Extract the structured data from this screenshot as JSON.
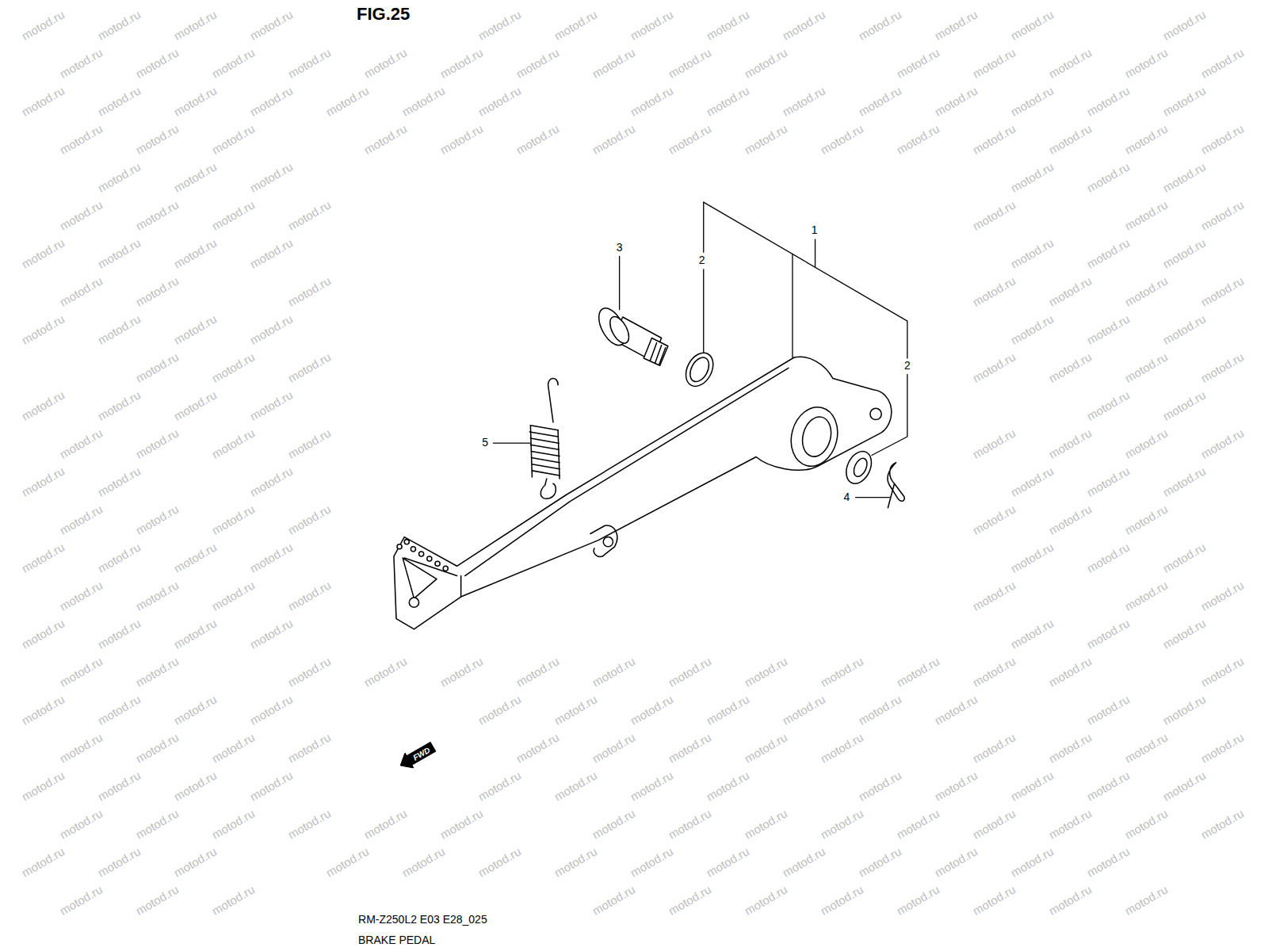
{
  "diagram": {
    "title": "FIG.25",
    "nodes": [
      {
        "text": [
          "FWD"
        ]
      }
    ],
    "labels": [
      "1",
      "2",
      "2",
      "3",
      "4",
      "5",
      "RM-Z250L2 E03 E28_025",
      "BRAKE PEDAL",
      "motod.ru",
      "motod.ru",
      "motod.ru",
      "motod.ru",
      "motod.ru",
      "motod.ru",
      "motod.ru",
      "motod.ru",
      "motod.ru",
      "motod.ru",
      "motod.ru",
      "motod.ru",
      "motod.ru",
      "motod.ru",
      "motod.ru",
      "motod.ru",
      "motod.ru",
      "motod.ru",
      "motod.ru",
      "motod.ru",
      "motod.ru",
      "motod.ru",
      "motod.ru",
      "motod.ru",
      "motod.ru",
      "motod.ru",
      "motod.ru",
      "motod.ru",
      "motod.ru",
      "motod.ru",
      "motod.ru",
      "motod.ru",
      "motod.ru",
      "motod.ru",
      "motod.ru",
      "motod.ru",
      "motod.ru",
      "motod.ru",
      "motod.ru",
      "motod.ru",
      "motod.ru",
      "motod.ru",
      "motod.ru",
      "motod.ru",
      "motod.ru",
      "motod.ru",
      "motod.ru",
      "motod.ru",
      "motod.ru",
      "motod.ru",
      "motod.ru",
      "motod.ru",
      "motod.ru",
      "motod.ru",
      "motod.ru",
      "motod.ru",
      "motod.ru",
      "motod.ru",
      "motod.ru",
      "motod.ru",
      "motod.ru",
      "motod.ru",
      "motod.ru",
      "motod.ru",
      "motod.ru",
      "motod.ru",
      "motod.ru",
      "motod.ru",
      "motod.ru",
      "motod.ru",
      "motod.ru",
      "motod.ru",
      "motod.ru",
      "motod.ru",
      "motod.ru",
      "motod.ru",
      "motod.ru",
      "motod.ru",
      "motod.ru",
      "motod.ru",
      "motod.ru",
      "motod.ru",
      "motod.ru",
      "motod.ru",
      "motod.ru",
      "motod.ru",
      "motod.ru",
      "motod.ru",
      "motod.ru",
      "motod.ru",
      "motod.ru",
      "motod.ru",
      "motod.ru",
      "motod.ru",
      "motod.ru",
      "motod.ru",
      "motod.ru",
      "motod.ru",
      "motod.ru",
      "motod.ru",
      "motod.ru",
      "motod.ru",
      "motod.ru",
      "motod.ru",
      "motod.ru",
      "motod.ru",
      "motod.ru",
      "motod.ru",
      "motod.ru",
      "motod.ru",
      "motod.ru",
      "motod.ru",
      "motod.ru",
      "motod.ru",
      "motod.ru",
      "motod.ru",
      "motod.ru",
      "motod.ru",
      "motod.ru",
      "motod.ru",
      "motod.ru",
      "motod.ru",
      "motod.ru",
      "motod.ru",
      "motod.ru",
      "motod.ru",
      "motod.ru",
      "motod.ru",
      "motod.ru",
      "motod.ru",
      "motod.ru",
      "motod.ru",
      "motod.ru",
      "motod.ru",
      "motod.ru",
      "motod.ru",
      "motod.ru",
      "motod.ru",
      "motod.ru",
      "motod.ru",
      "motod.ru",
      "motod.ru",
      "motod.ru",
      "motod.ru",
      "motod.ru",
      "motod.ru",
      "motod.ru",
      "motod.ru",
      "motod.ru",
      "motod.ru",
      "motod.ru",
      "motod.ru",
      "motod.ru",
      "motod.ru",
      "motod.ru",
      "motod.ru",
      "motod.ru",
      "motod.ru",
      "motod.ru",
      "motod.ru",
      "motod.ru",
      "motod.ru",
      "motod.ru",
      "motod.ru",
      "motod.ru",
      "motod.ru",
      "motod.ru",
      "motod.ru",
      "motod.ru",
      "motod.ru",
      "motod.ru",
      "motod.ru",
      "motod.ru",
      "motod.ru",
      "motod.ru",
      "motod.ru",
      "motod.ru",
      "motod.ru",
      "motod.ru",
      "motod.ru",
      "motod.ru",
      "motod.ru",
      "motod.ru",
      "motod.ru",
      "motod.ru",
      "motod.ru",
      "motod.ru",
      "motod.ru",
      "motod.ru",
      "motod.ru",
      "motod.ru",
      "motod.ru",
      "motod.ru",
      "motod.ru",
      "motod.ru",
      "motod.ru",
      "motod.ru",
      "motod.ru",
      "motod.ru",
      "motod.ru",
      "motod.ru",
      "motod.ru",
      "motod.ru",
      "motod.ru",
      "motod.ru",
      "motod.ru",
      "motod.ru",
      "motod.ru",
      "motod.ru",
      "motod.ru",
      "motod.ru",
      "motod.ru",
      "motod.ru",
      "motod.ru",
      "motod.ru",
      "motod.ru",
      "motod.ru",
      "motod.ru",
      "motod.ru",
      "motod.ru",
      "motod.ru",
      "motod.ru",
      "motod.ru",
      "motod.ru",
      "motod.ru",
      "motod.ru",
      "motod.ru",
      "motod.ru",
      "motod.ru",
      "motod.ru",
      "motod.ru",
      "motod.ru",
      "motod.ru",
      "motod.ru",
      "motod.ru",
      "motod.ru",
      "motod.ru",
      "motod.ru",
      "motod.ru",
      "motod.ru"
    ]
  }
}
